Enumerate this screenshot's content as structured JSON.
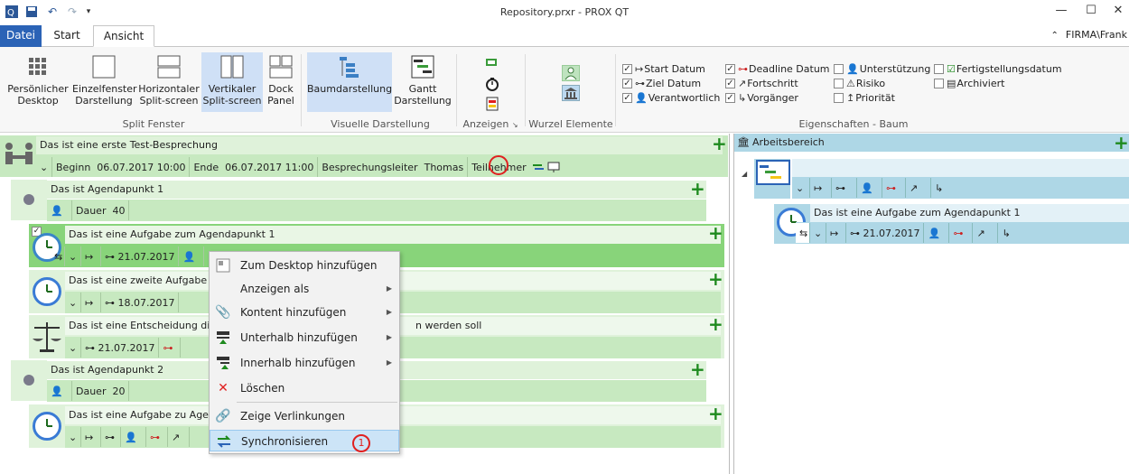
{
  "window": {
    "title": "Repository.prxr - PROX QT"
  },
  "tabs": {
    "file": "Datei",
    "start": "Start",
    "view": "Ansicht"
  },
  "user": "FIRMA\\Frank",
  "ribbon": {
    "split": {
      "group": "Split Fenster",
      "personal": "Persönlicher\nDesktop",
      "single": "Einzelfenster\nDarstellung",
      "horizontal": "Horizontaler\nSplit-screen",
      "vertical": "Vertikaler\nSplit-screen",
      "dock": "Dock\nPanel"
    },
    "visual": {
      "group": "Visuelle Darstellung",
      "tree": "Baumdarstellung",
      "gantt": "Gantt\nDarstellung"
    },
    "show": {
      "group": "Anzeigen"
    },
    "root": {
      "group": "Wurzel Elemente"
    },
    "props": {
      "group": "Eigenschaften - Baum",
      "start": "Start Datum",
      "target": "Ziel Datum",
      "responsible": "Verantwortlich",
      "deadline": "Deadline Datum",
      "progress": "Fortschritt",
      "predecessor": "Vorgänger",
      "support": "Unterstützung",
      "risk": "Risiko",
      "priority": "Priorität",
      "completion": "Fertigstellungsdatum",
      "archived": "Archiviert"
    }
  },
  "meeting": {
    "title": "Das ist eine erste Test-Besprechung",
    "begin_label": "Beginn",
    "begin": "06.07.2017 10:00",
    "end_label": "Ende",
    "end": "06.07.2017 11:00",
    "leader_label": "Besprechungsleiter",
    "leader": "Thomas",
    "participants_label": "Teilnehmer"
  },
  "agenda1": {
    "title": "Das ist Agendapunkt 1",
    "duration_label": "Dauer",
    "duration": "40"
  },
  "task1": {
    "title": "Das ist eine Aufgabe zum Agendapunkt 1",
    "date": "21.07.2017"
  },
  "task2": {
    "title": "Das ist eine zweite Aufgabe z",
    "date": "18.07.2017"
  },
  "decision": {
    "title": "Das ist eine Entscheidung die",
    "title_tail": "n werden soll",
    "date": "21.07.2017"
  },
  "agenda2": {
    "title": "Das ist Agendapunkt 2",
    "duration_label": "Dauer",
    "duration": "20"
  },
  "task3": {
    "title": "Das ist eine Aufgabe zu Agen"
  },
  "context_menu": {
    "items": [
      "Zum Desktop hinzufügen",
      "Anzeigen als",
      "Kontent hinzufügen",
      "Unterhalb hinzufügen",
      "Innerhalb hinzufügen",
      "Löschen",
      "Zeige Verlinkungen",
      "Synchronisieren"
    ],
    "marker": "1"
  },
  "workspace": {
    "title": "Arbeitsbereich",
    "task_title": "Das ist eine Aufgabe zum Agendapunkt 1",
    "task_date": "21.07.2017"
  }
}
